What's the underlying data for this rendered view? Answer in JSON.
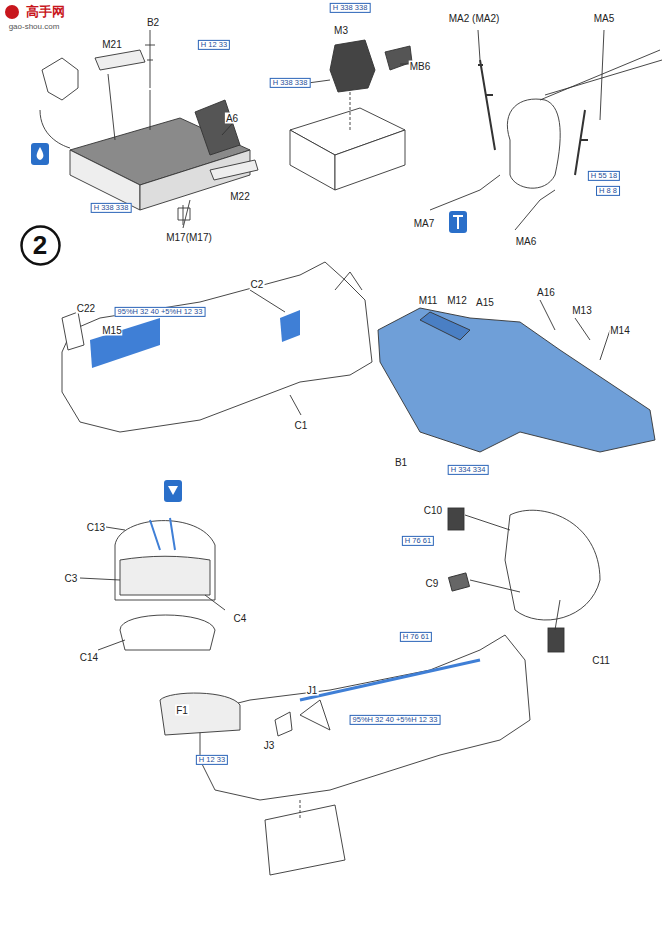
{
  "diagram": {
    "nodes": [
      {
        "text": [
          "2"
        ]
      }
    ],
    "labels": [
      "高手网",
      "gao-shou.com",
      "M21",
      "B2",
      "H 12 33",
      "A6",
      "H 338 338",
      "M22",
      "M17(M17)",
      "H 338 338",
      "M3",
      "MB6",
      "H 338 338",
      "MA2 (MA2)",
      "MA5",
      "MA7",
      "MA6",
      "H 55 18",
      "H 8 8",
      "C22",
      "M15",
      "95%H 32 40 +5%H 12 33",
      "C2",
      "C1",
      "M11",
      "M12",
      "A15",
      "A16",
      "M13",
      "M14",
      "B1",
      "H 334 334",
      "C13",
      "C3",
      "C4",
      "C14",
      "C10",
      "H 76 61",
      "C9",
      "H 76 61",
      "C11",
      "F1",
      "H 12 33",
      "J3",
      "J1",
      "95%H 32 40 +5%H 12 33"
    ]
  }
}
